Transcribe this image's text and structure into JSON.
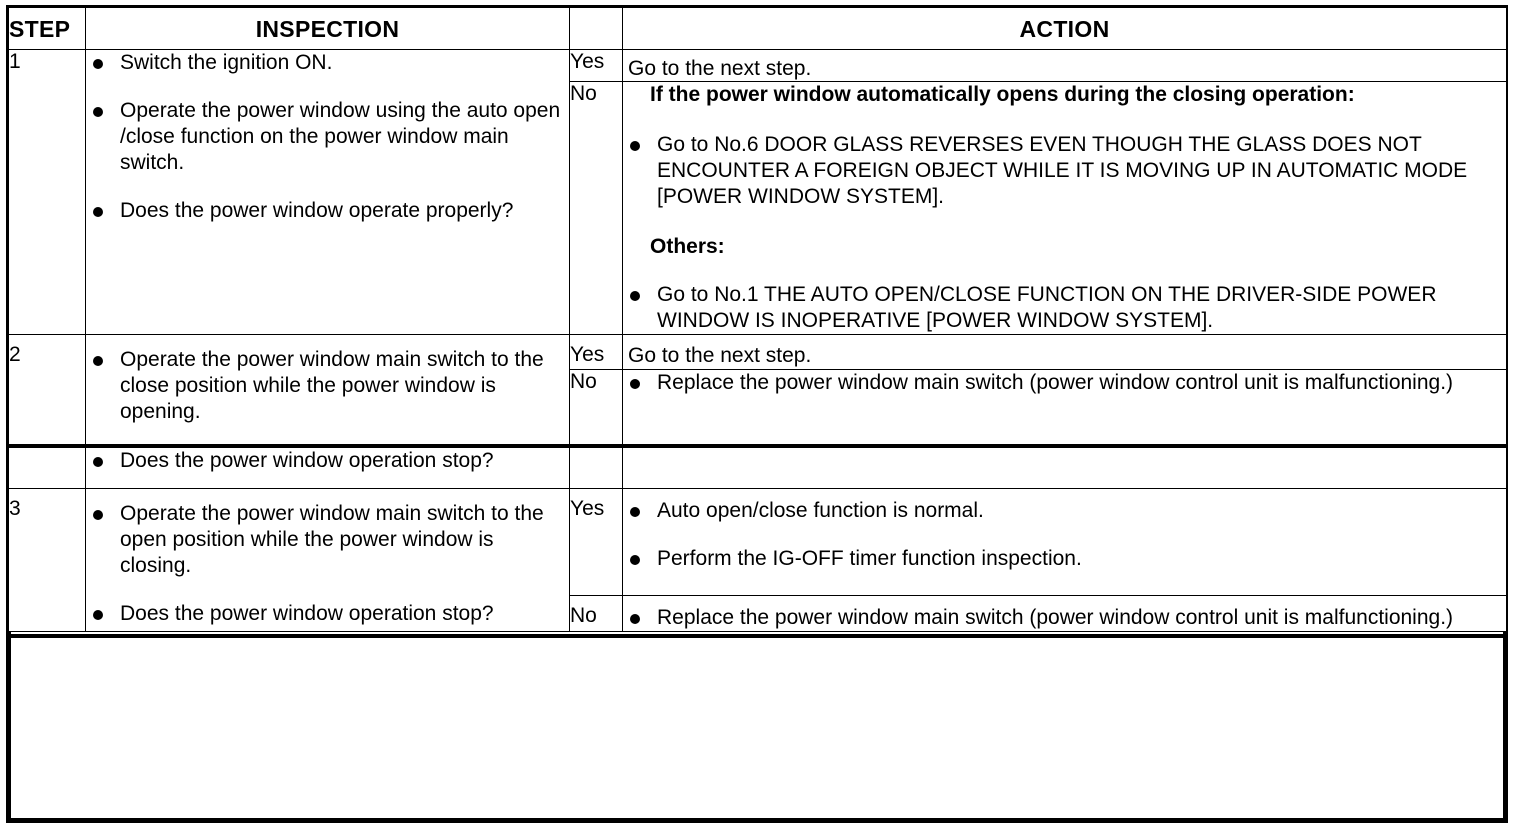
{
  "table": {
    "headers": {
      "step": "STEP",
      "inspection": "INSPECTION",
      "action": "ACTION"
    },
    "answers": {
      "yes": "Yes",
      "no": "No"
    },
    "rows": [
      {
        "step": "1",
        "inspection_bullets": [
          "Switch the ignition ON.",
          "Operate the power window using the auto open /close function on the power window main switch.",
          "Does the power window operate properly?"
        ],
        "yes": {
          "label": "Yes",
          "text": "Go to the next step."
        },
        "no": {
          "label": "No",
          "heading": "If the power window automatically opens during the closing operation:",
          "bullets_1": [
            "Go to No.6 DOOR GLASS REVERSES EVEN THOUGH THE GLASS DOES NOT ENCOUNTER A FOREIGN OBJECT WHILE IT IS MOVING UP IN AUTOMATIC MODE [POWER WINDOW SYSTEM]."
          ],
          "subheading": "Others:",
          "bullets_2": [
            "Go to No.1 THE AUTO OPEN/CLOSE FUNCTION ON THE DRIVER-SIDE POWER WINDOW IS INOPERATIVE [POWER WINDOW SYSTEM]."
          ]
        }
      },
      {
        "step": "2",
        "inspection_bullets": [
          "Operate the power window main switch to the close position while the power window is opening.",
          "Does the power window operation stop?"
        ],
        "yes": {
          "label": "Yes",
          "text": "Go to the next step."
        },
        "no": {
          "label": "No",
          "bullets": [
            "Replace the power window main switch (power window control unit is malfunctioning.)"
          ]
        }
      },
      {
        "step": "3",
        "inspection_bullets": [
          "Operate the power window main switch to the open position while the power window is closing.",
          "Does the power window operation stop?"
        ],
        "yes": {
          "label": "Yes",
          "bullets": [
            "Auto open/close function is normal.",
            "Perform the IG-OFF timer function inspection."
          ]
        },
        "no": {
          "label": "No",
          "bullets": [
            "Replace the power window main switch (power window control unit is malfunctioning.)"
          ]
        }
      }
    ]
  }
}
